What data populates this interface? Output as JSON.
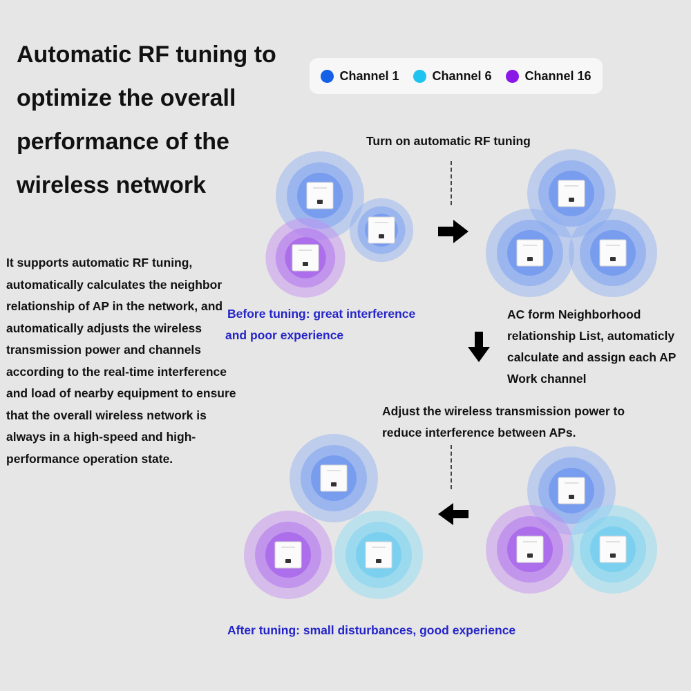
{
  "headline": "Automatic RF tuning to optimize the overall performance of the wireless network",
  "legend": {
    "items": [
      {
        "label": "Channel 1",
        "color": "#1560e8"
      },
      {
        "label": "Channel 6",
        "color": "#1fc3f0"
      },
      {
        "label": "Channel 16",
        "color": "#8a19e8"
      }
    ]
  },
  "description": "It supports automatic RF tuning, automatically calculates  the neighbor relationship of AP in the network, and automatically adjusts the wireless transmission power and channels according to the real-time interference and load of nearby equipment to ensure that the overall wireless network is always in a high-speed and high-performance operation state.",
  "steps": {
    "turn_on": "Turn on automatic RF tuning",
    "before": "Before tuning: great interference and poor experience",
    "ac_form": "AC form Neighborhood relationship List, automaticly calculate and assign each  AP Work channel",
    "adjust": "Adjust the wireless transmission power to reduce interference between APs.",
    "after": "After tuning: small disturbances, good experience"
  },
  "colors": {
    "channel1_ring": "#8fb0f2",
    "channel6_ring": "#8fdcf2",
    "channel16_ring": "#c389ef",
    "caption": "#2424c8"
  }
}
